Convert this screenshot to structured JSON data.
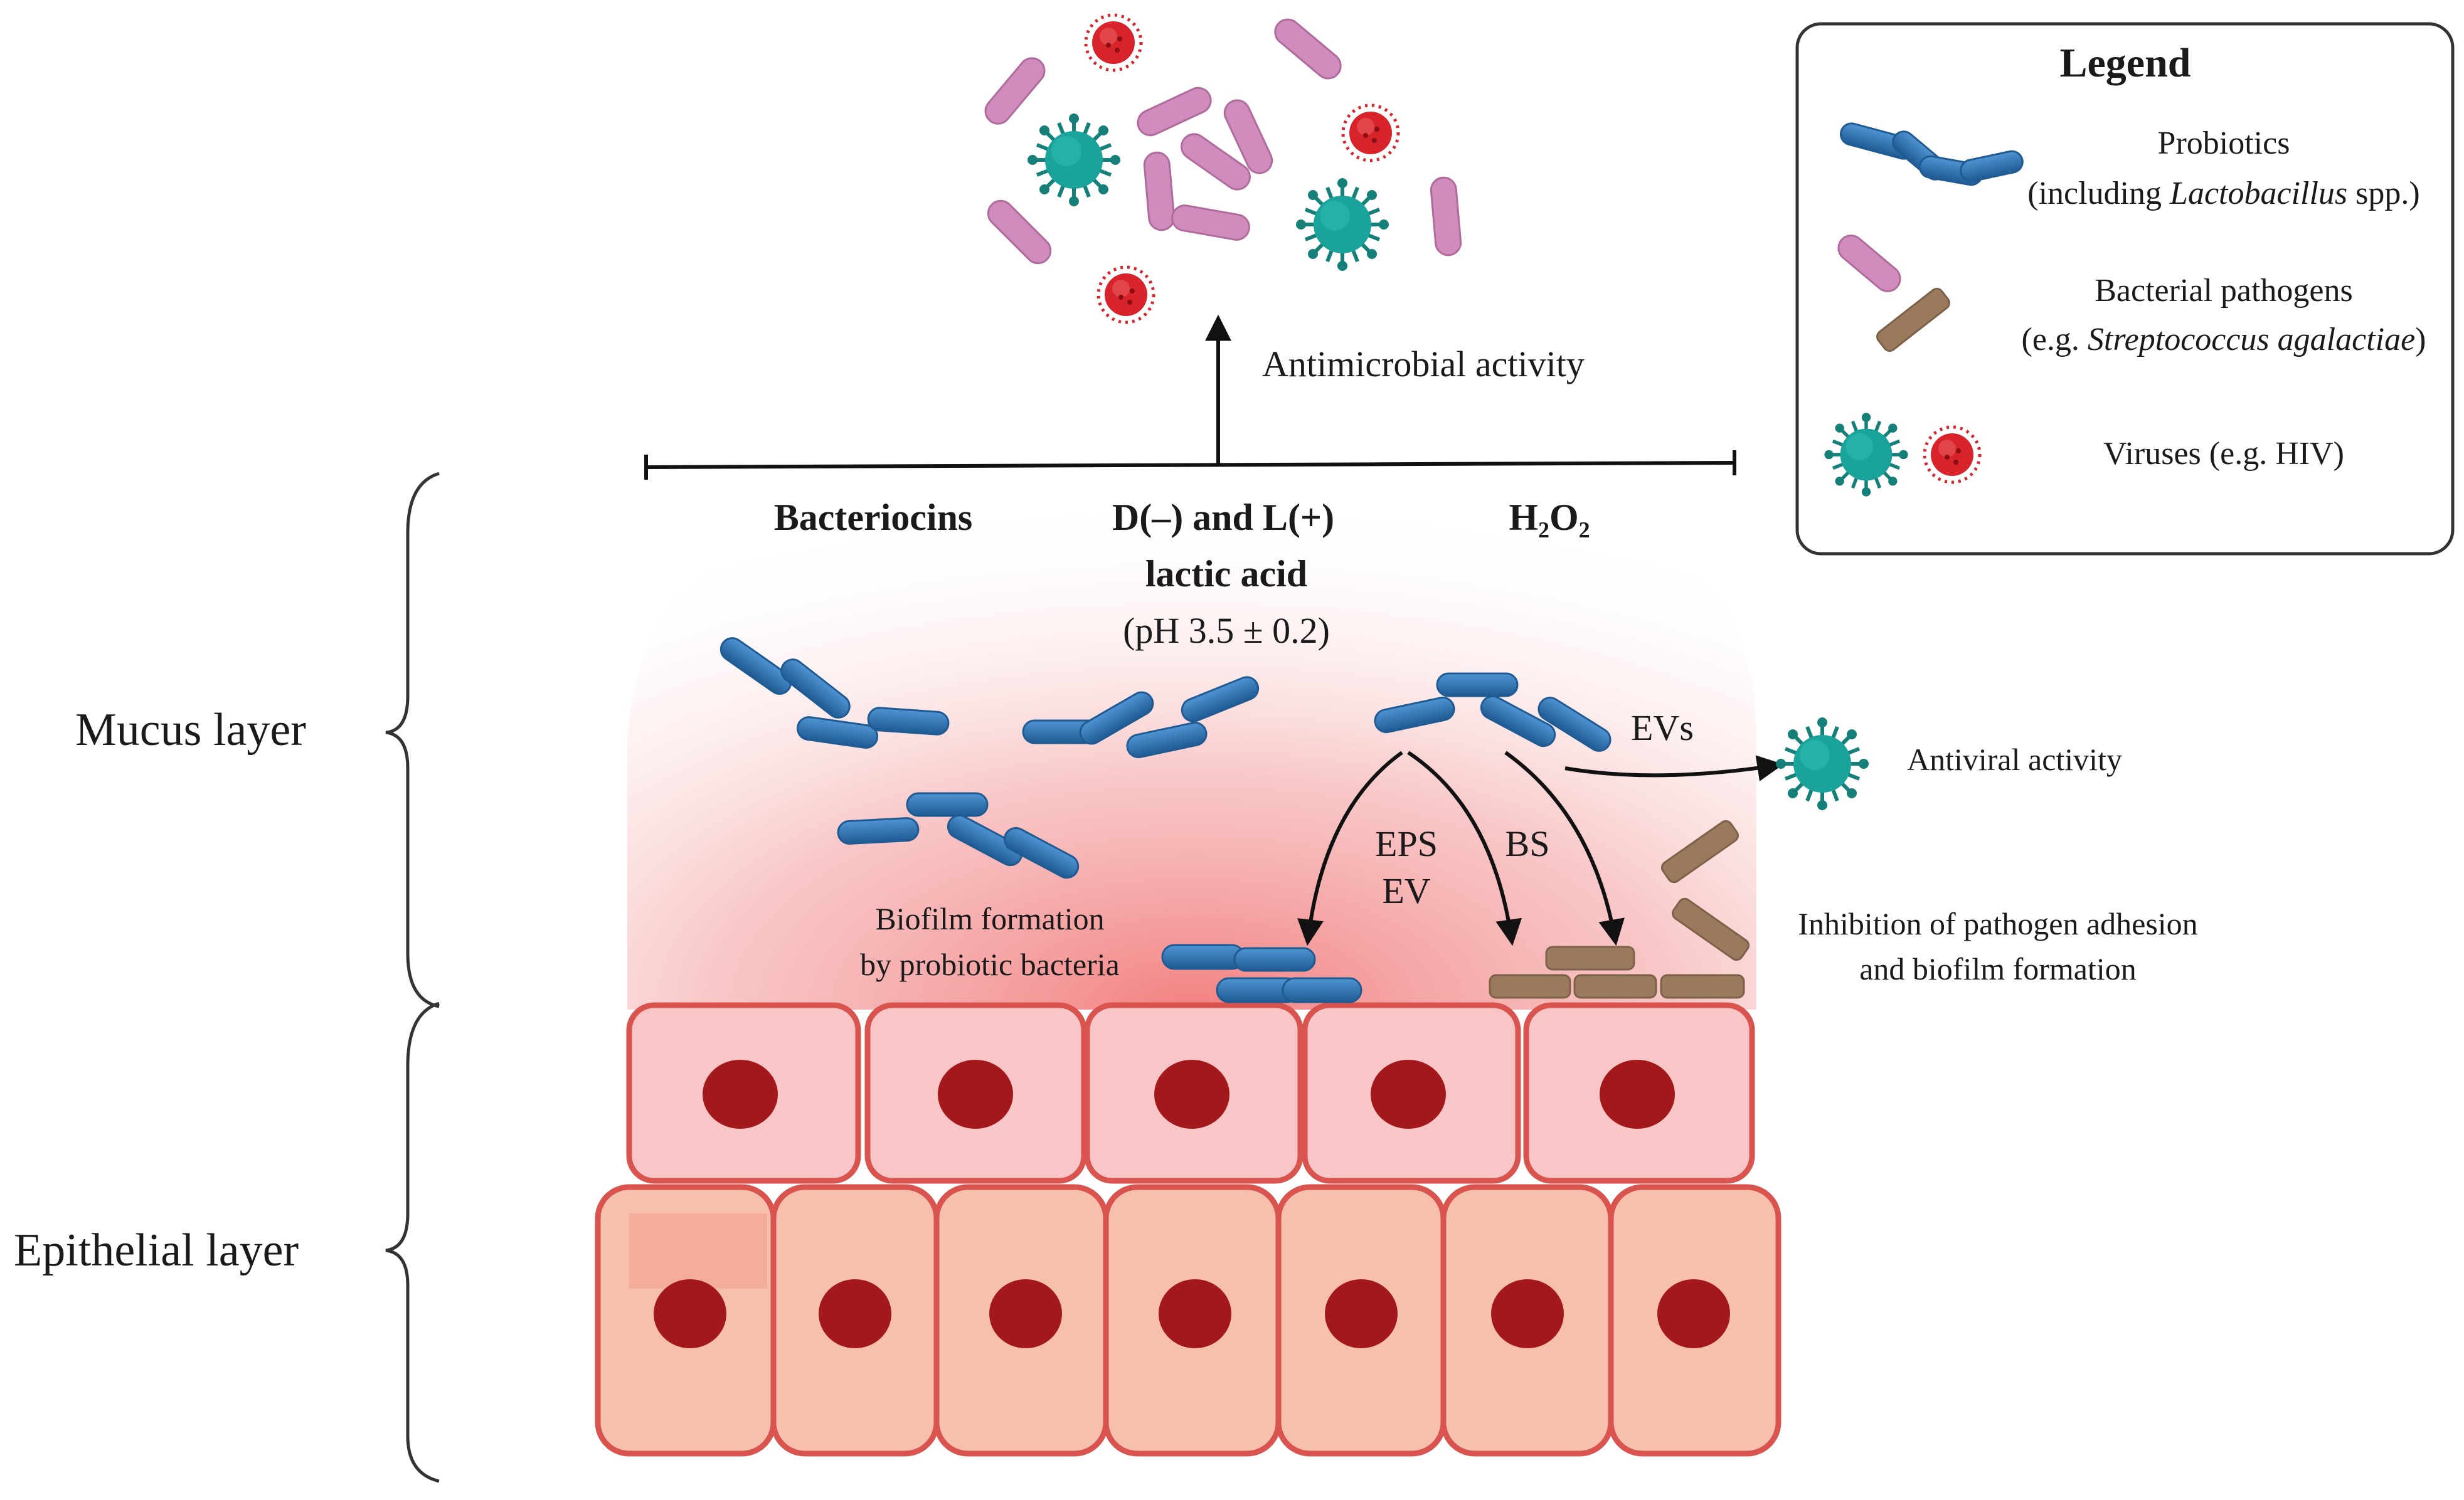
{
  "layers": {
    "mucus": "Mucus layer",
    "epithelial": "Epithelial layer"
  },
  "products": {
    "bacteriocins": "Bacteriocins",
    "lactic_acid_line1": "D(–) and L(+)",
    "lactic_acid_line2": "lactic acid",
    "ph": "(pH 3.5 ± 0.2)",
    "h2o2": "H₂O₂"
  },
  "activities": {
    "antimicrobial": "Antimicrobial activity",
    "antiviral": "Antiviral activity",
    "biofilm_line1": "Biofilm formation",
    "biofilm_line2": "by probiotic bacteria",
    "inhibition_line1": "Inhibition of pathogen adhesion",
    "inhibition_line2": "and biofilm formation"
  },
  "arrow_labels": {
    "evs": "EVs",
    "eps": "EPS",
    "ev": "EV",
    "bs": "BS"
  },
  "legend": {
    "title": "Legend",
    "probiotics_line1": "Probiotics",
    "probiotics_line2_prefix": "(including ",
    "probiotics_line2_italic": "Lactobacillus",
    "probiotics_line2_suffix": " spp.)",
    "pathogens_line1": "Bacterial pathogens",
    "pathogens_line2_prefix": "(e.g. ",
    "pathogens_line2_italic": "Streptococcus agalactiae",
    "pathogens_line2_suffix": ")",
    "viruses": "Viruses (e.g. HIV)"
  },
  "colors": {
    "probiotic": "#2f6fae",
    "pathogen_pink": "#d08cbd",
    "pathogen_brown": "#9a7a5c",
    "virus_teal": "#1a9e96",
    "virus_red": "#d8232a",
    "cell_top": "#f9c6c8",
    "cell_bottom": "#f7c0ad",
    "cell_border": "#d9534f",
    "nucleus": "#a3181b",
    "mucus_glow": "#f08080"
  }
}
